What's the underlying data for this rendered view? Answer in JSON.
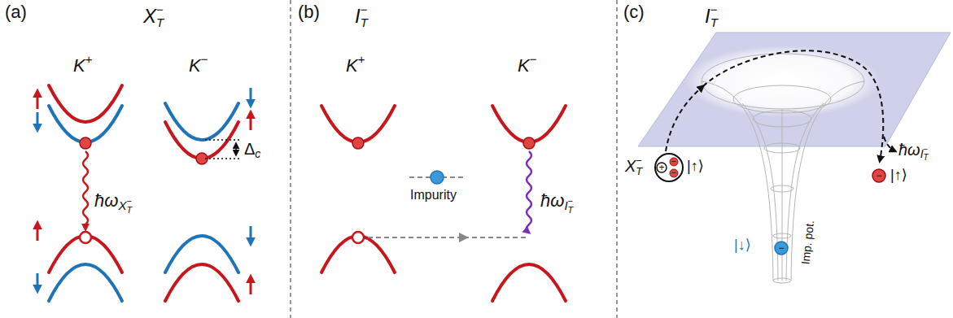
{
  "diagram": {
    "labels": [
      "(a)",
      "X",
      "T",
      "−",
      "K",
      "+",
      "K",
      "−",
      "Δ",
      "c",
      "ħω",
      "X",
      "T",
      "−",
      "(b)",
      "I",
      "T",
      "−",
      "K",
      "+",
      "K",
      "−",
      "Impurity",
      "ħω",
      "I",
      "T",
      "−",
      "(c)",
      "I",
      "T",
      "−",
      "X",
      "T",
      "−",
      "+",
      "−",
      "−",
      "|↑⟩",
      "−",
      "|↓⟩",
      "Imp. pot.",
      "ħω",
      "I",
      "T",
      "−",
      "−",
      "|↑⟩"
    ]
  }
}
